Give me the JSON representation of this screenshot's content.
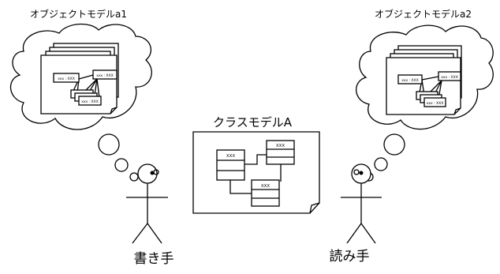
{
  "labels": {
    "object_model_left": "オブジェクトモデルa1",
    "object_model_right": "オブジェクトモデルa2",
    "class_model": "クラスモデルA",
    "writer": "書き手",
    "reader": "読み手"
  },
  "class_model_boxes": [
    "XXX",
    "XXX",
    "XXX"
  ],
  "object_boxes_left": [
    "xxx : XXX",
    "xxx : XXX",
    "xxx : XXX"
  ],
  "object_boxes_right": [
    "xxx : XXX",
    "xxx : XXX",
    "xxx : XXX"
  ]
}
